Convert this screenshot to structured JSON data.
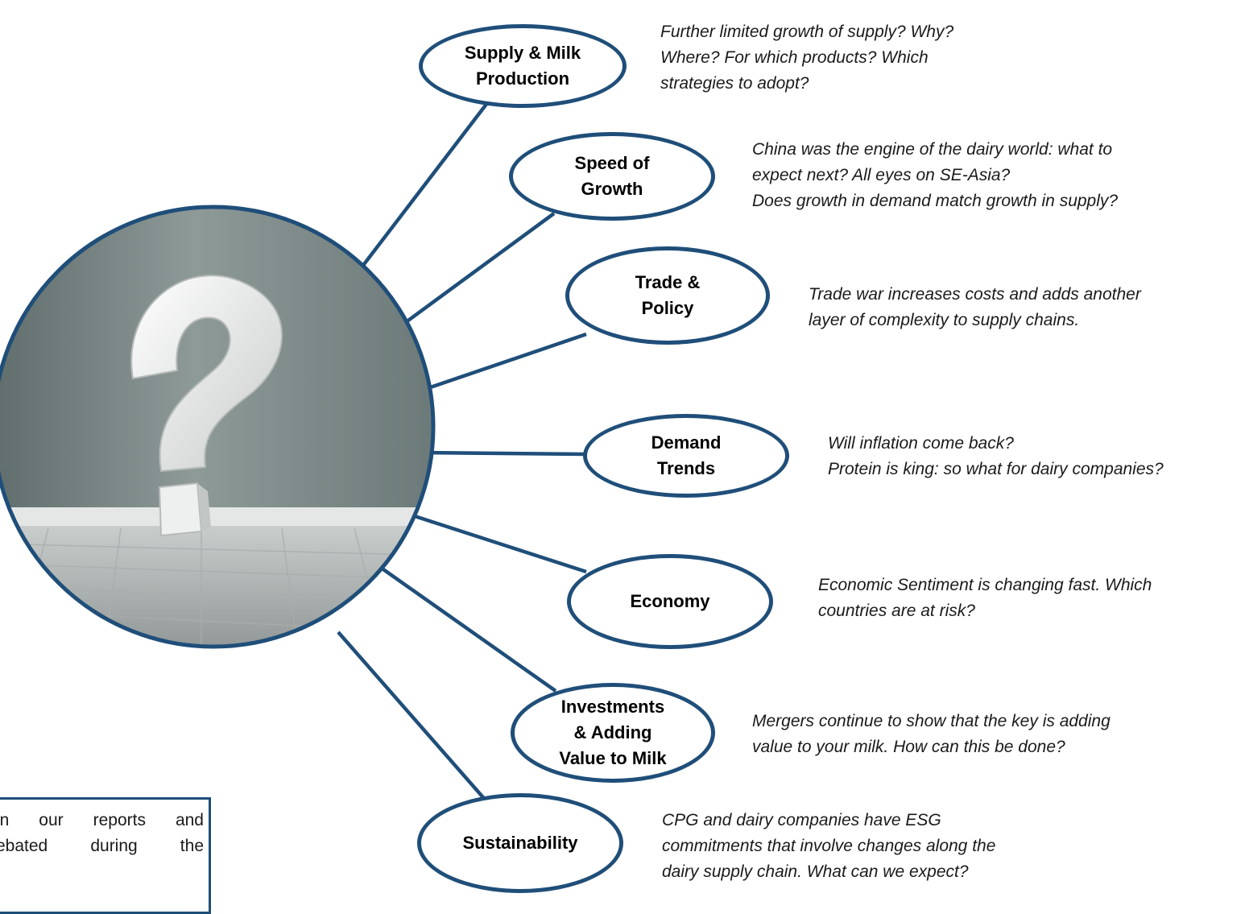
{
  "colors": {
    "accent": "#1f4e79"
  },
  "central_image": {
    "icon": "question-mark-icon"
  },
  "topics": [
    {
      "label": "Supply & Milk\nProduction",
      "question": "Further limited growth of supply? Why?\nWhere? For which products? Which\nstrategies to adopt?"
    },
    {
      "label": "Speed of\nGrowth",
      "question": "China was the engine of the dairy world: what to\nexpect next? All eyes on SE-Asia?\nDoes growth in demand match growth in supply?"
    },
    {
      "label": "Trade &\nPolicy",
      "question": "Trade war increases costs and adds another\nlayer of complexity to supply chains."
    },
    {
      "label": "Demand\nTrends",
      "question": "Will inflation come back?\nProtein is king: so what for dairy companies?"
    },
    {
      "label": "Economy",
      "question": "Economic Sentiment is changing fast. Which\ncountries are at risk?"
    },
    {
      "label": "Investments\n& Adding\nValue to Milk",
      "question": "Mergers continue to show that the key is adding\nvalue to your milk. How can this be done?"
    },
    {
      "label": "Sustainability",
      "question": "CPG and dairy companies have ESG\ncommitments that involve changes along the\ndairy supply chain. What can we expect?"
    }
  ],
  "note": {
    "text": "in our reports and\nebated during the"
  }
}
